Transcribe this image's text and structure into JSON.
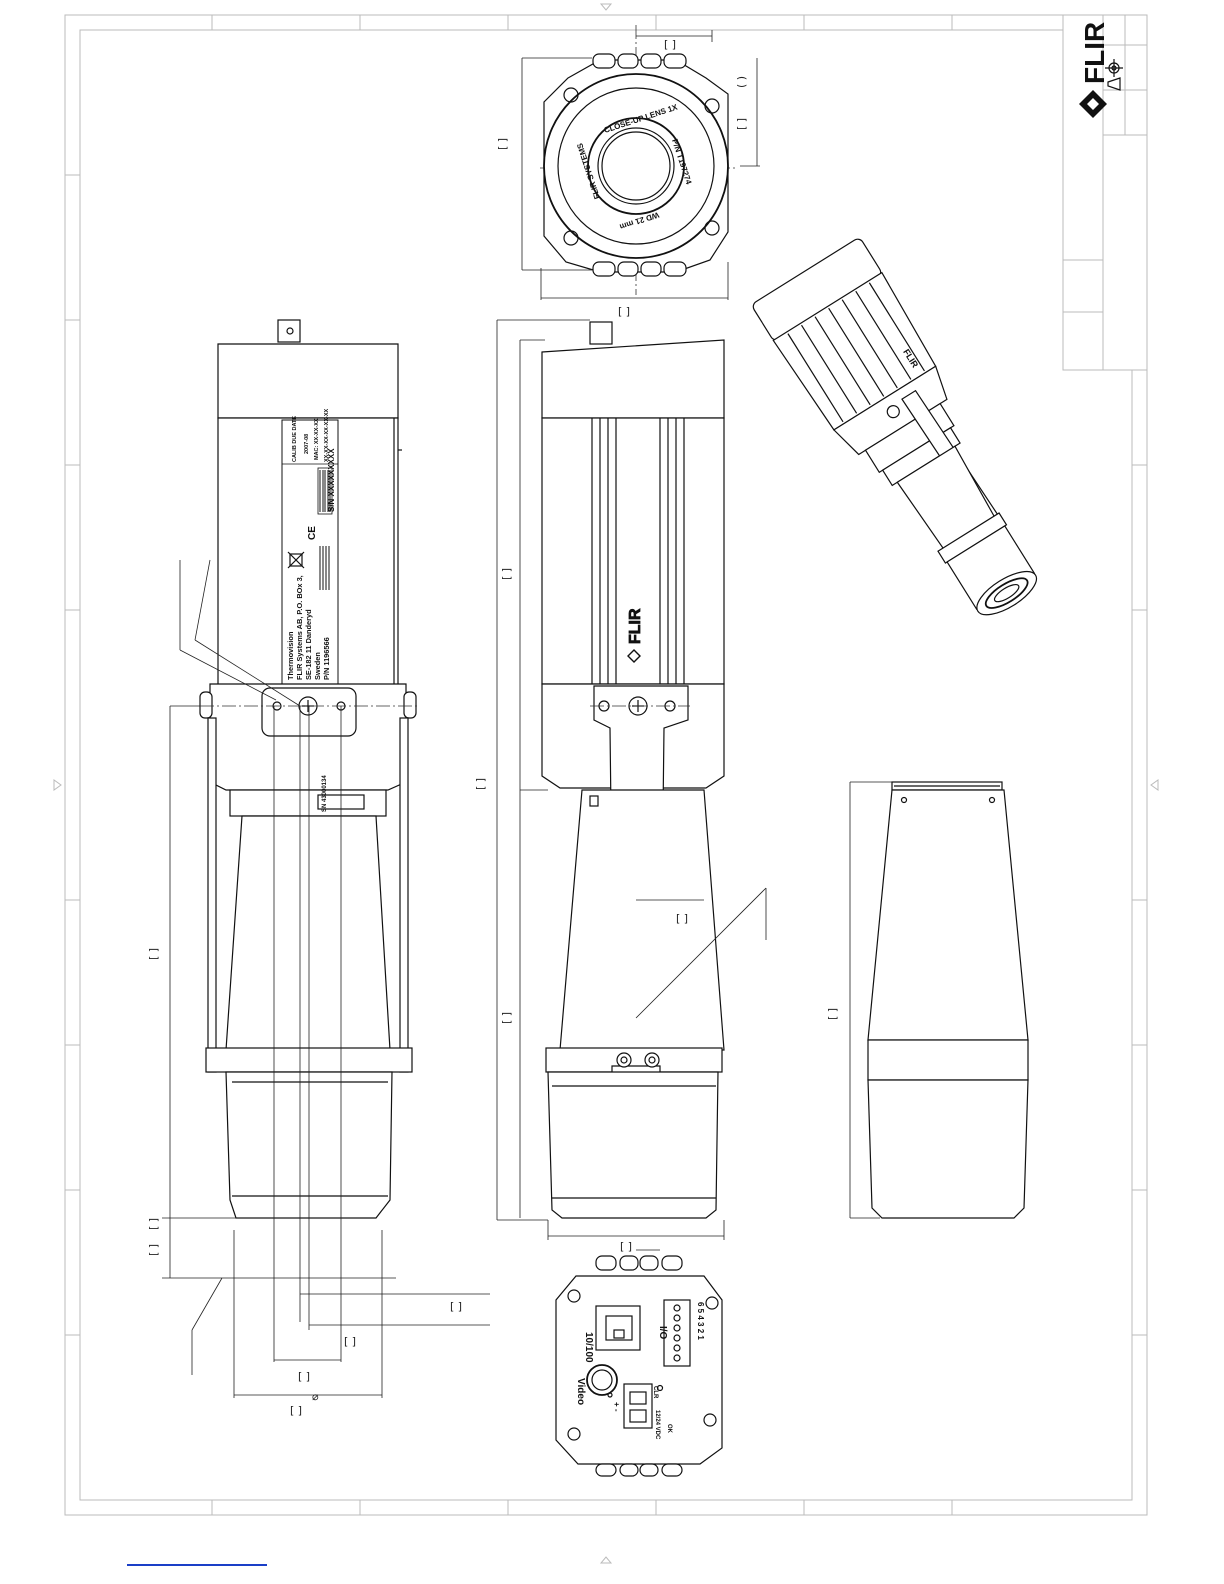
{
  "brand": {
    "logo_text": "FLIR"
  },
  "label_plate": {
    "lines": [
      "Thermovision",
      "FLIR Systems AB, P.O. BOx 3,",
      "SE-182 11 Danderyd",
      "Sweden",
      "P/N 1196566"
    ],
    "serial": "S/N XXXXXXXXX",
    "calib_header": "CALIB DUE DATE",
    "calib_date": "2007-08",
    "calib_mac": "MAC: XX-XX-XX",
    "calib_code": "XX-XX-XX-XX-XX-XX",
    "sticker": "SN 43000134",
    "marks": "CE"
  },
  "lens_front": {
    "ring_top": "CLOSE-UP LENS 1X",
    "ring_right": "P/N T197274",
    "ring_bottom": "WD 21 mm",
    "ring_left": "FLIR SYSTEMS"
  },
  "side_logo": "FLIR",
  "iso_logo": "FLIR",
  "rear_panel": {
    "ethernet": "10/100",
    "video": "Video",
    "io": "I/O",
    "io_pins": "6 5 4 3 2 1",
    "clr": "CLR",
    "power": "12/24 VDC",
    "ok": "OK",
    "polarity": "+ -"
  },
  "colors": {
    "ink": "#111111",
    "frame": "#bbbbbb",
    "link": "#1a3fc7"
  }
}
